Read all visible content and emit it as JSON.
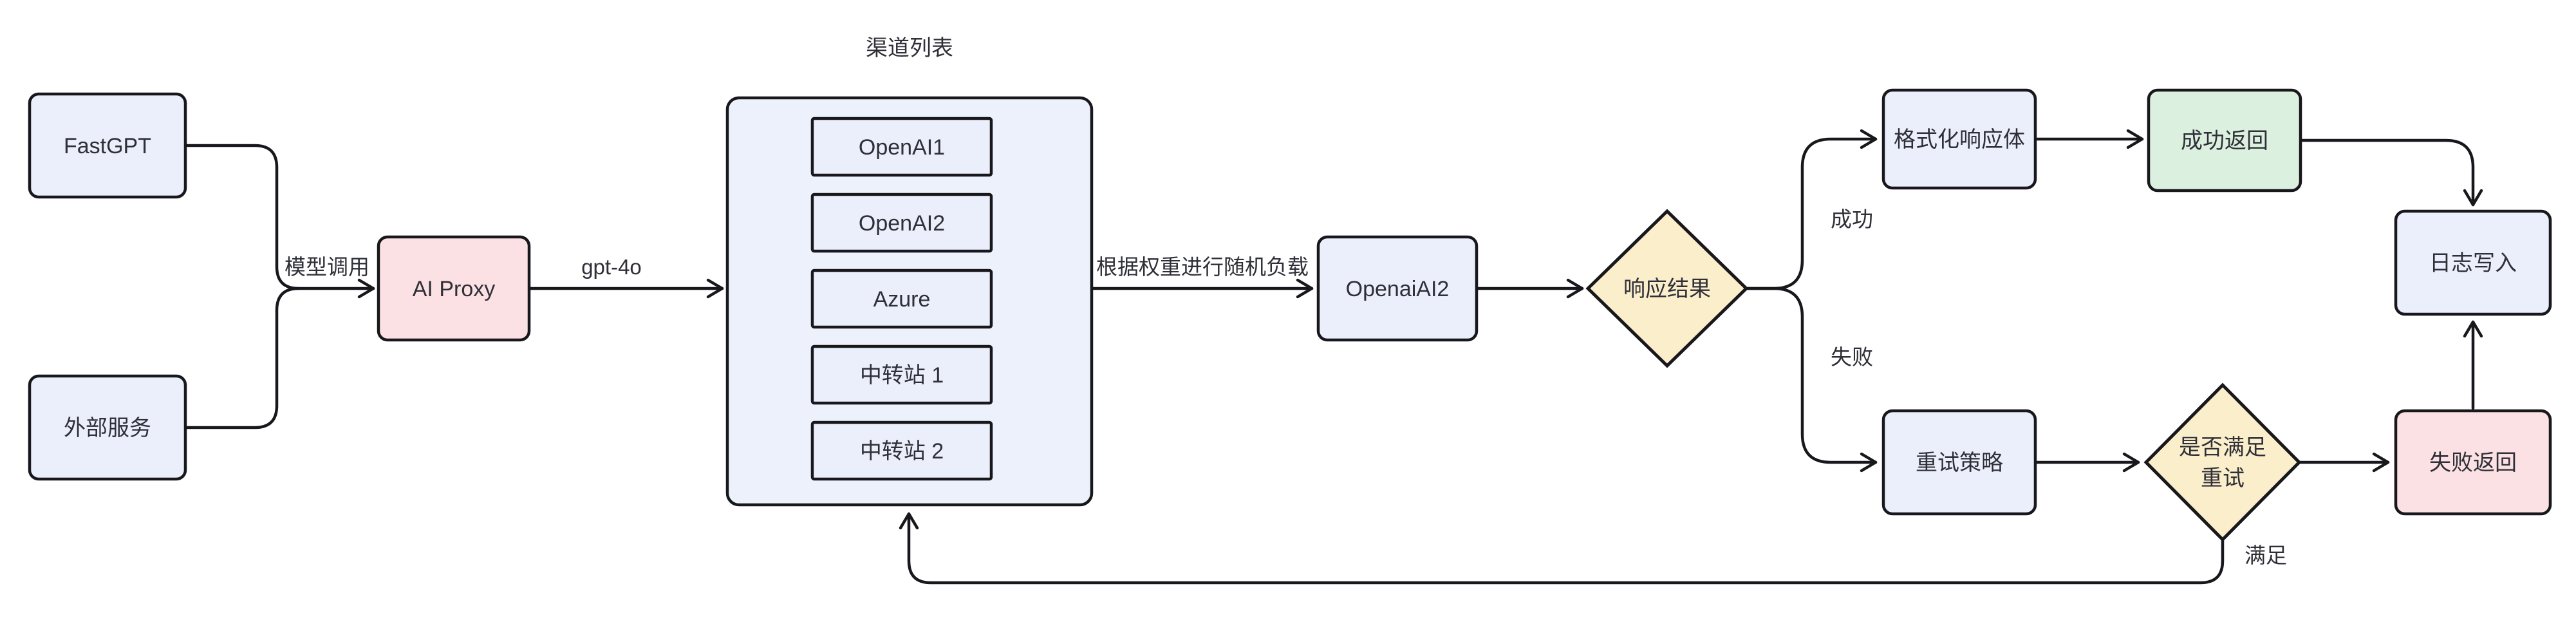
{
  "diagram": {
    "title": "渠道列表",
    "nodes": {
      "fastgpt": {
        "label": "FastGPT"
      },
      "external_service": {
        "label": "外部服务"
      },
      "ai_proxy": {
        "label": "AI Proxy"
      },
      "channel_list": {
        "title": "渠道列表",
        "items": [
          "OpenAI1",
          "OpenAI2",
          "Azure",
          "中转站 1",
          "中转站 2"
        ]
      },
      "openai_ai2": {
        "label": "OpenaiAI2"
      },
      "response_result": {
        "label": "响应结果"
      },
      "format_response": {
        "label": "格式化响应体"
      },
      "success_return": {
        "label": "成功返回"
      },
      "log_write": {
        "label": "日志写入"
      },
      "retry_strategy": {
        "label": "重试策略"
      },
      "retry_check": {
        "label_line1": "是否满足",
        "label_line2": "重试"
      },
      "fail_return": {
        "label": "失败返回"
      }
    },
    "edge_labels": {
      "model_call": "模型调用",
      "model_name": "gpt-4o",
      "load_balance": "根据权重进行随机负载",
      "success": "成功",
      "fail": "失败",
      "satisfied": "满足"
    },
    "colors": {
      "node_blue": "#eaeffb",
      "container_blue": "#edf1fb",
      "node_pink": "#fbe1e3",
      "node_green": "#dcf0e0",
      "node_yellow": "#faeecb",
      "stroke": "#17171c",
      "text": "#2f2f38",
      "background": "#ffffff"
    }
  }
}
